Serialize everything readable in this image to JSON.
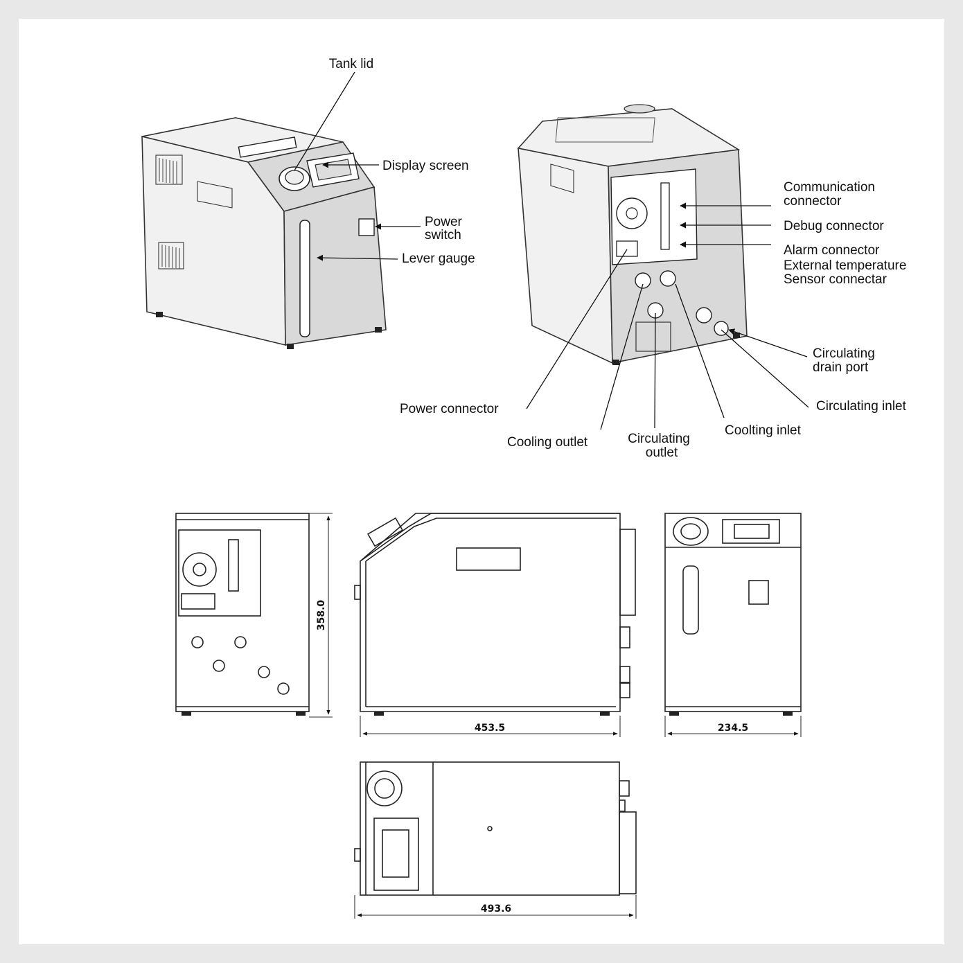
{
  "labels": {
    "tank_lid": "Tank lid",
    "display_screen": "Display screen",
    "power_switch": [
      "Power",
      "switch"
    ],
    "lever_gauge": "Lever gauge",
    "communication_connector": [
      "Communication",
      "connector"
    ],
    "debug_connector": "Debug connector",
    "alarm_connector": [
      "Alarm connector",
      "External temperature",
      "Sensor connectar"
    ],
    "circulating_drain_port": [
      "Circulating",
      "drain port"
    ],
    "circulating_inlet": "Circulating inlet",
    "power_connector": "Power connector",
    "cooling_outlet": "Cooling outlet",
    "circulating_outlet": [
      "Circulating",
      "outlet"
    ],
    "coolting_inlet": "Coolting inlet"
  },
  "dimensions": {
    "height": "358.0",
    "length": "453.5",
    "width": "234.5",
    "top_length": "493.6"
  }
}
